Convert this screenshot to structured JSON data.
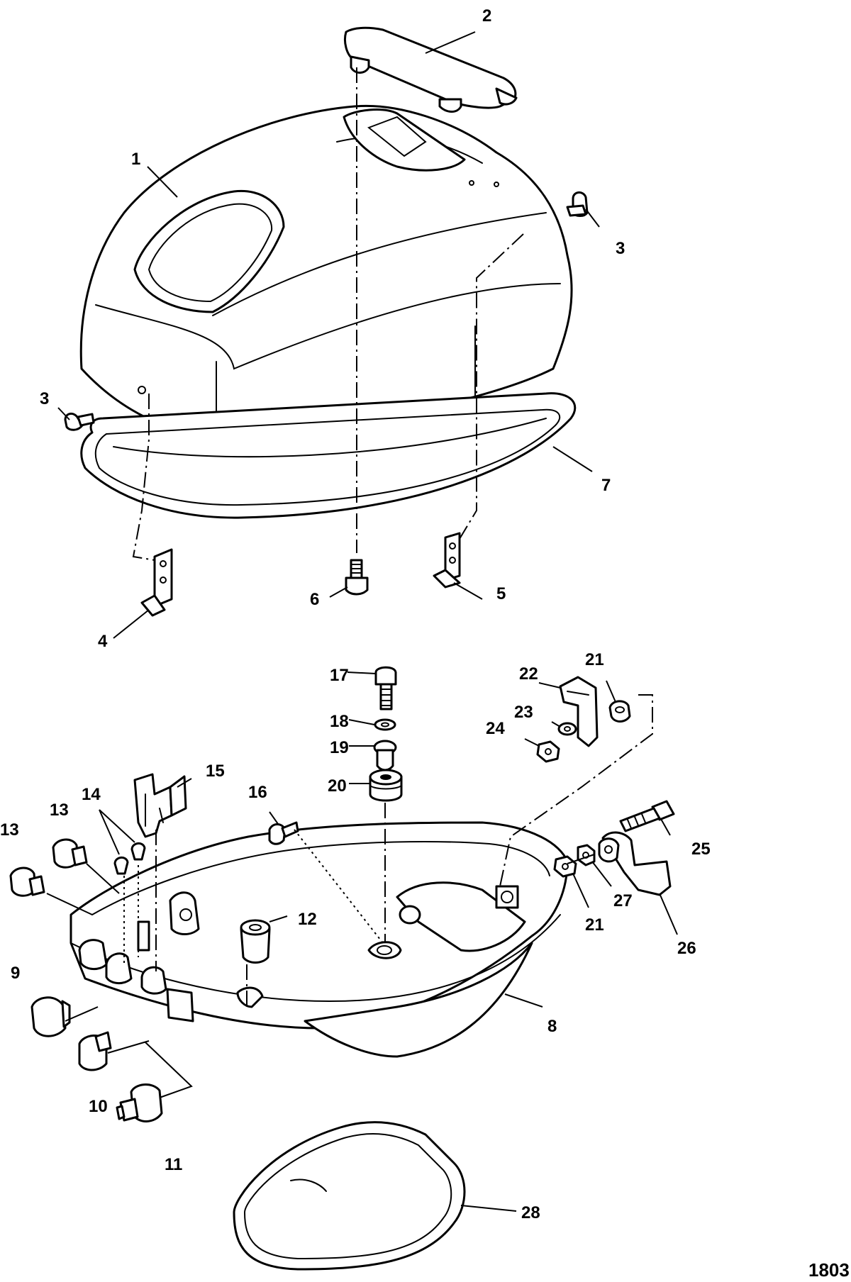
{
  "figure_number": "1803",
  "callouts": {
    "c1": "1",
    "c2": "2",
    "c3a": "3",
    "c3b": "3",
    "c4": "4",
    "c5": "5",
    "c6": "6",
    "c7": "7",
    "c8": "8",
    "c9": "9",
    "c10": "10",
    "c11": "11",
    "c12": "12",
    "c13a": "13",
    "c13b": "13",
    "c14": "14",
    "c15": "15",
    "c16": "16",
    "c17": "17",
    "c18": "18",
    "c19": "19",
    "c20": "20",
    "c21a": "21",
    "c21b": "21",
    "c22": "22",
    "c23": "23",
    "c24": "24",
    "c25": "25",
    "c26": "26",
    "c27": "27",
    "c28": "28"
  }
}
